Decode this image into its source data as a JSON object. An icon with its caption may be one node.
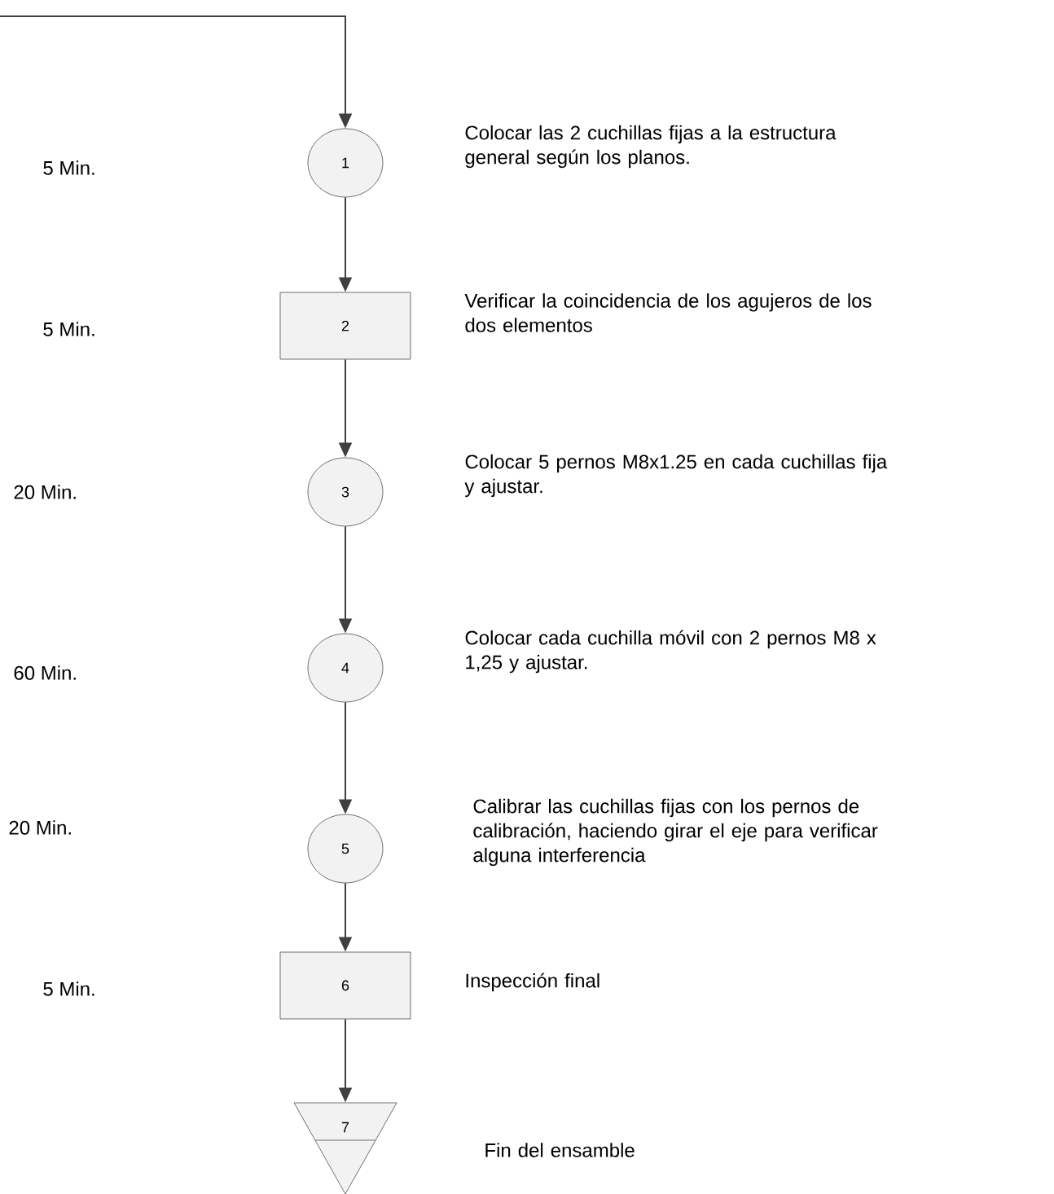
{
  "diagram": {
    "nodes": [
      {
        "text": [
          "1"
        ]
      },
      {
        "text": [
          "2"
        ]
      },
      {
        "text": [
          "3"
        ]
      },
      {
        "text": [
          "4"
        ]
      },
      {
        "text": [
          "5"
        ]
      },
      {
        "text": [
          "6"
        ]
      },
      {
        "text": [
          "7"
        ]
      }
    ],
    "edges": [
      {
        "from": null,
        "to": 0,
        "arrow": "to"
      },
      {
        "from": 0,
        "to": 1,
        "arrow": "to"
      },
      {
        "from": 1,
        "to": 2,
        "arrow": "to"
      },
      {
        "from": 2,
        "to": 3,
        "arrow": "to"
      },
      {
        "from": 3,
        "to": 4,
        "arrow": "to"
      },
      {
        "from": 4,
        "to": 5,
        "arrow": "to"
      },
      {
        "from": 5,
        "to": 6,
        "arrow": "to"
      }
    ],
    "labels": [
      "5 Min.",
      "Colocar las 2 cuchillas fijas a la estructura general según los planos.",
      "5 Min.",
      "Verificar la coincidencia de los agujeros de los dos elementos",
      "20 Min.",
      "Colocar 5 pernos M8x1.25 en cada cuchillas fija y ajustar.",
      "60 Min.",
      "Colocar cada cuchilla móvil con 2 pernos M8 x 1,25 y ajustar.",
      "20 Min.",
      "Calibrar las cuchillas fijas con los pernos de calibración, haciendo girar el eje para verificar alguna interferencia",
      "5 Min.",
      "Inspección final",
      "Fin del ensamble"
    ]
  }
}
